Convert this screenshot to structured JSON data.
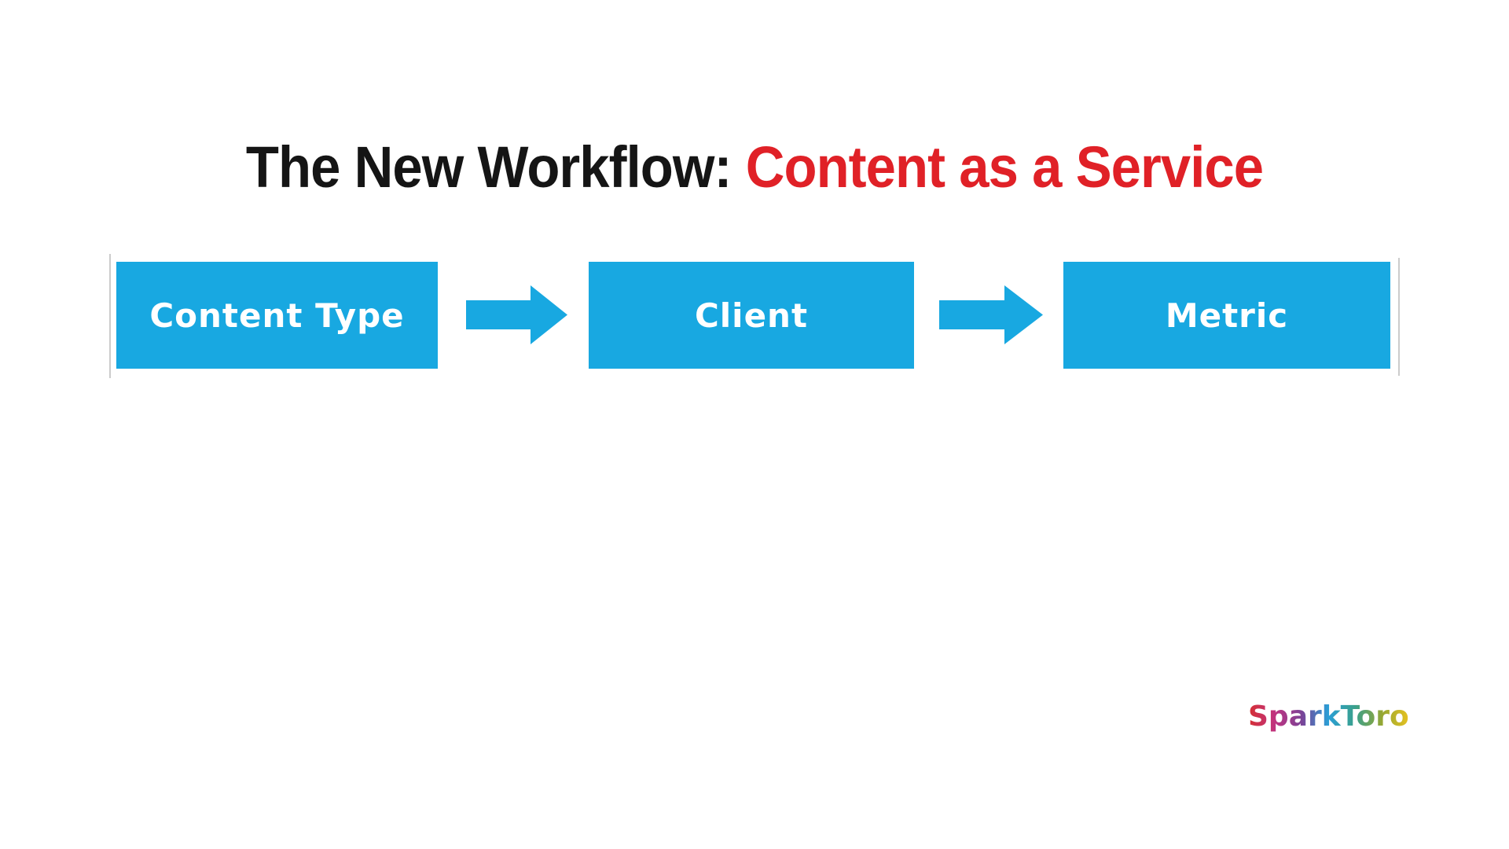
{
  "title": {
    "prefix_black": "The New Workflow: ",
    "highlight_red": "Content as a Service"
  },
  "flow_diagram": {
    "nodes": [
      {
        "label": "Content Type"
      },
      {
        "label": "Client"
      },
      {
        "label": "Metric"
      }
    ]
  },
  "footer": {
    "logo_text": "SparkToro"
  },
  "colors": {
    "node_blue": "#18a8e1",
    "title_red": "#e02127",
    "title_black": "#151515",
    "edge_line_gray": "#cccccc",
    "logo_gradient": [
      "#d63032",
      "#c03380",
      "#7b4397",
      "#2a9fd6",
      "#3ba08a",
      "#96a733",
      "#e8c21f"
    ]
  }
}
